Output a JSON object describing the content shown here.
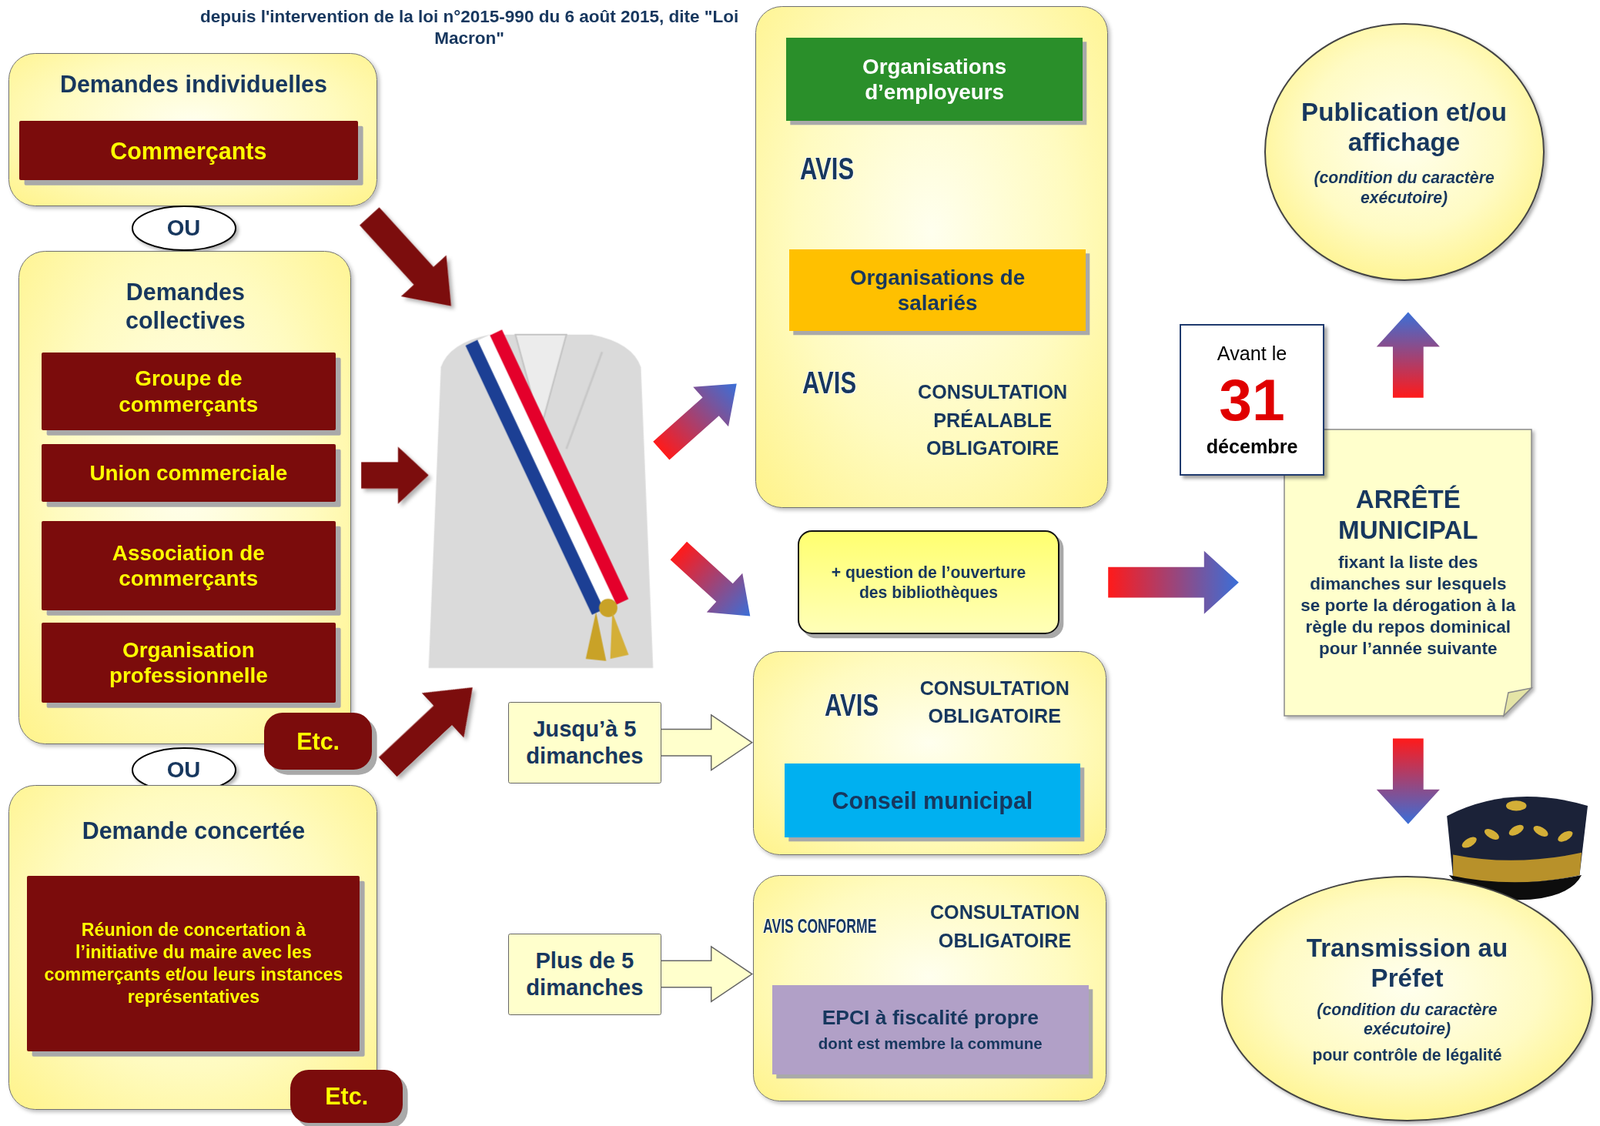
{
  "diagram": {
    "title": "depuis l'intervention de la loi n°2015-990 du 6 août 2015, dite \"Loi Macron\"",
    "nodes": [
      {
        "text": [
          "Demandes individuelles"
        ]
      },
      {
        "text": [
          "Commerçants"
        ],
        "in": 0
      },
      {
        "text": [
          "OU"
        ]
      },
      {
        "text": [
          "Demandes collectives"
        ]
      },
      {
        "text": [
          "Groupe de commerçants"
        ],
        "in": 3
      },
      {
        "text": [
          "Union commerciale"
        ],
        "in": 3
      },
      {
        "text": [
          "Association de commerçants"
        ],
        "in": 3
      },
      {
        "text": [
          "Organisation professionnelle"
        ],
        "in": 3
      },
      {
        "text": [
          "Etc."
        ],
        "in": 3
      },
      {
        "text": [
          "OU"
        ]
      },
      {
        "text": [
          "Demande concertée"
        ]
      },
      {
        "text": [
          "Réunion de concertation à l’initiative du maire avec les commerçants et/ou leurs instances représentatives"
        ],
        "in": 10
      },
      {
        "text": [
          "Etc."
        ],
        "in": 10
      },
      {
        "text": [
          "CONSULTATION PRÉALABLE OBLIGATOIRE"
        ]
      },
      {
        "text": [
          "Organisations d’employeurs"
        ],
        "in": 13
      },
      {
        "text": [
          "Organisations de salariés"
        ],
        "in": 13
      },
      {
        "text": [
          "+ question de l’ouverture des bibliothèques"
        ]
      },
      {
        "text": [
          "Jusqu’à 5 dimanches"
        ]
      },
      {
        "text": [
          "CONSULTATION OBLIGATOIRE"
        ]
      },
      {
        "text": [
          "Conseil municipal"
        ],
        "in": 18
      },
      {
        "text": [
          "Plus de 5 dimanches"
        ]
      },
      {
        "text": [
          "CONSULTATION OBLIGATOIRE"
        ]
      },
      {
        "text": [
          "EPCI à fiscalité propre",
          "dont est membre la commune"
        ],
        "in": 21
      },
      {
        "text": [
          "Publication et/ou affichage",
          "(condition du caractère exécutoire)"
        ]
      },
      {
        "text": [
          "Avant le",
          "31",
          "décembre"
        ]
      },
      {
        "text": [
          "ARRÊTÉ MUNICIPAL",
          "fixant la liste des dimanches sur lesquels se porte la dérogation à la règle du repos dominical pour l’année suivante"
        ]
      },
      {
        "text": [
          "Transmission au Préfet",
          "(condition du caractère exécutoire)",
          "pour contrôle de légalité"
        ]
      }
    ],
    "edges": [
      {
        "from": 17,
        "to": 18,
        "arrow": "to"
      },
      {
        "from": 20,
        "to": 21,
        "arrow": "to"
      },
      {
        "from": 16,
        "to": 25,
        "arrow": "to"
      },
      {
        "from": 25,
        "to": 23,
        "arrow": "to"
      },
      {
        "from": 25,
        "to": 26,
        "arrow": "to"
      }
    ],
    "labels": [
      "AVIS",
      "AVIS",
      "AVIS",
      "AVIS CONFORME"
    ]
  }
}
